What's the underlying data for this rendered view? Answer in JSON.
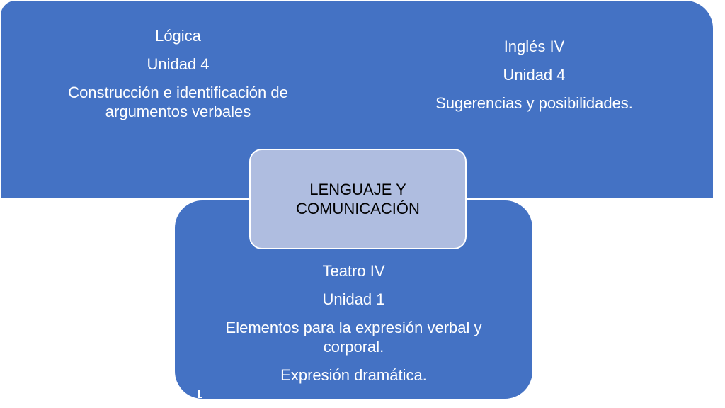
{
  "center": {
    "label": "LENGUAJE Y COMUNICACIÓN"
  },
  "panels": {
    "left": {
      "subject": "Lógica",
      "unit": "Unidad 4",
      "topic": "Construcción e identificación de argumentos verbales"
    },
    "right": {
      "subject": "Inglés IV",
      "unit": "Unidad 4",
      "topic": "Sugerencias y posibilidades."
    },
    "bottom": {
      "subject": "Teatro IV",
      "unit": "Unidad 1",
      "topic": "Elementos para la expresión verbal y corporal.",
      "extra": "Expresión dramática."
    }
  },
  "colors": {
    "panel": "#4472c4",
    "center_box": "#afbde0",
    "panel_text": "#ffffff",
    "center_text": "#000000"
  }
}
